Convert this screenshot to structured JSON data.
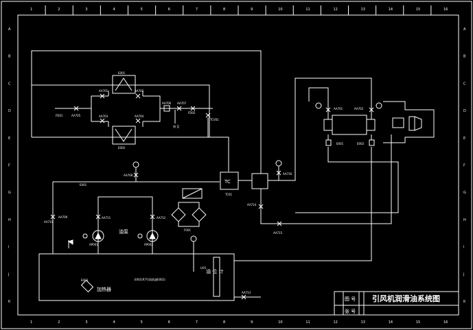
{
  "title_block": {
    "drawing_title": "引风机润滑油系统图",
    "label_drawing": "图 号",
    "label_sheet": "张 号"
  },
  "border": {
    "columns": [
      "1",
      "2",
      "3",
      "4",
      "5",
      "6",
      "7",
      "8",
      "9",
      "10",
      "11",
      "12",
      "13",
      "14",
      "15",
      "16"
    ],
    "rows": [
      "A",
      "B",
      "C",
      "D",
      "E",
      "F",
      "G",
      "H",
      "I",
      "J",
      "K"
    ]
  },
  "equipment": {
    "tc": "TC",
    "pump_group": "油泵",
    "heater": "加热器",
    "level_gauge": "油 位 计",
    "cooler_top": "E001",
    "cooler_bottom": "E002",
    "tank": "E001(R7引风机油E002)",
    "tc_tag": "TC01",
    "filter_tag": "F001",
    "pump_left_tag": "AP001",
    "pump_right_tag": "AP002",
    "level_tag": "LI01",
    "heater_tag": "E003",
    "header_tag": "E001",
    "bearing_left_tag": "E001",
    "bearing_right_tag": "E002"
  },
  "valves": {
    "v701": "AA701",
    "v702": "AA702",
    "v703": "AA703",
    "v704": "AA704",
    "v705": "AA705",
    "v706": "AA706",
    "v707": "AA707",
    "v708": "AA708",
    "v709": "AA709",
    "v710": "AA710",
    "v711": "AA711",
    "v712": "AA712",
    "v713": "AA713",
    "v714": "AA714",
    "v715": "AA715",
    "v716": "AA716",
    "drain": "排 至",
    "cw_in": "FD01",
    "cw_out": "FD02",
    "tcv": "TCV01"
  }
}
